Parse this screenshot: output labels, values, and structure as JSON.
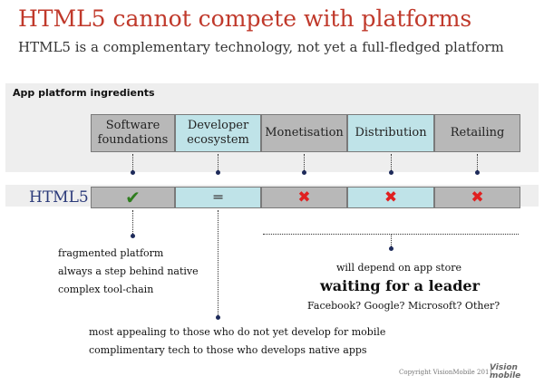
{
  "title": "HTML5 cannot compete with platforms",
  "subtitle": "HTML5 is a complementary technology, not yet a full-fledged platform",
  "section_label": "App platform ingredients",
  "ingredients": [
    {
      "label": "Software foundations"
    },
    {
      "label": "Developer ecosystem"
    },
    {
      "label": "Monetisation"
    },
    {
      "label": "Distribution"
    },
    {
      "label": "Retailing"
    }
  ],
  "html5_label": "HTML5",
  "html5_marks": [
    "check",
    "equals",
    "cross",
    "cross",
    "cross"
  ],
  "mark_colors": {
    "check": "#2e7d1e",
    "equals": "#444444",
    "cross": "#e02020"
  },
  "notes_left": [
    "fragmented platform",
    "always a step behind native",
    "complex tool-chain"
  ],
  "notes_right": {
    "line1": "will depend on app store",
    "headline": "waiting for a leader",
    "line3": "Facebook? Google? Microsoft? Other?"
  },
  "notes_bottom": [
    "most appealing to those who do not yet develop for mobile",
    "complimentary tech to those who develops native apps"
  ],
  "copyright": "Copyright VisionMobile 2011",
  "logo": {
    "line1": "Vision",
    "line2": "mobile"
  }
}
